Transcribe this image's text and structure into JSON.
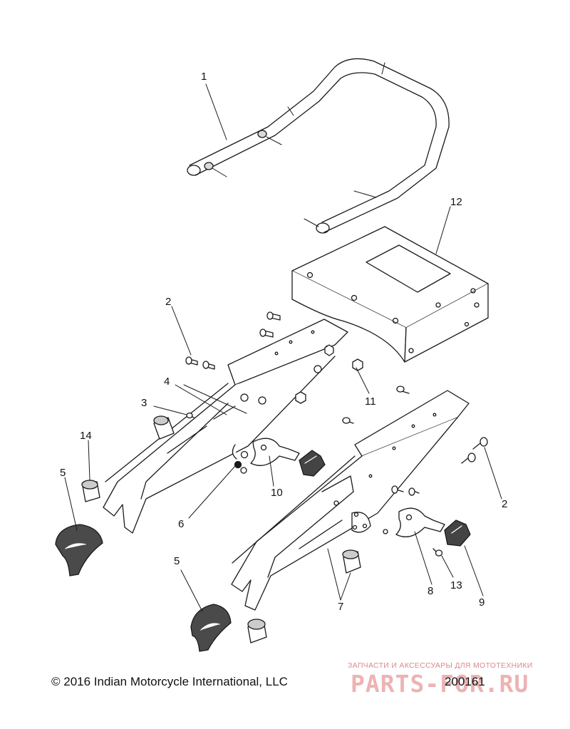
{
  "callouts": [
    {
      "id": "c1",
      "text": "1"
    },
    {
      "id": "c12",
      "text": "12"
    },
    {
      "id": "c2a",
      "text": "2"
    },
    {
      "id": "c4",
      "text": "4"
    },
    {
      "id": "c3",
      "text": "3"
    },
    {
      "id": "c11",
      "text": "11"
    },
    {
      "id": "c14",
      "text": "14"
    },
    {
      "id": "c5a",
      "text": "5"
    },
    {
      "id": "c6",
      "text": "6"
    },
    {
      "id": "c10",
      "text": "10"
    },
    {
      "id": "c2b",
      "text": "2"
    },
    {
      "id": "c5b",
      "text": "5"
    },
    {
      "id": "c7",
      "text": "7"
    },
    {
      "id": "c8",
      "text": "8"
    },
    {
      "id": "c13",
      "text": "13"
    },
    {
      "id": "c9",
      "text": "9"
    }
  ],
  "footer": {
    "copyright": "© 2016 Indian Motorcycle International, LLC",
    "diagram_number": "200161"
  },
  "watermark": {
    "tagline": "ЗАПЧАСТИ И АКСЕССУАРЫ ДЛЯ МОТОТЕХНИКИ",
    "brand": "PARTS-FOR.RU"
  }
}
